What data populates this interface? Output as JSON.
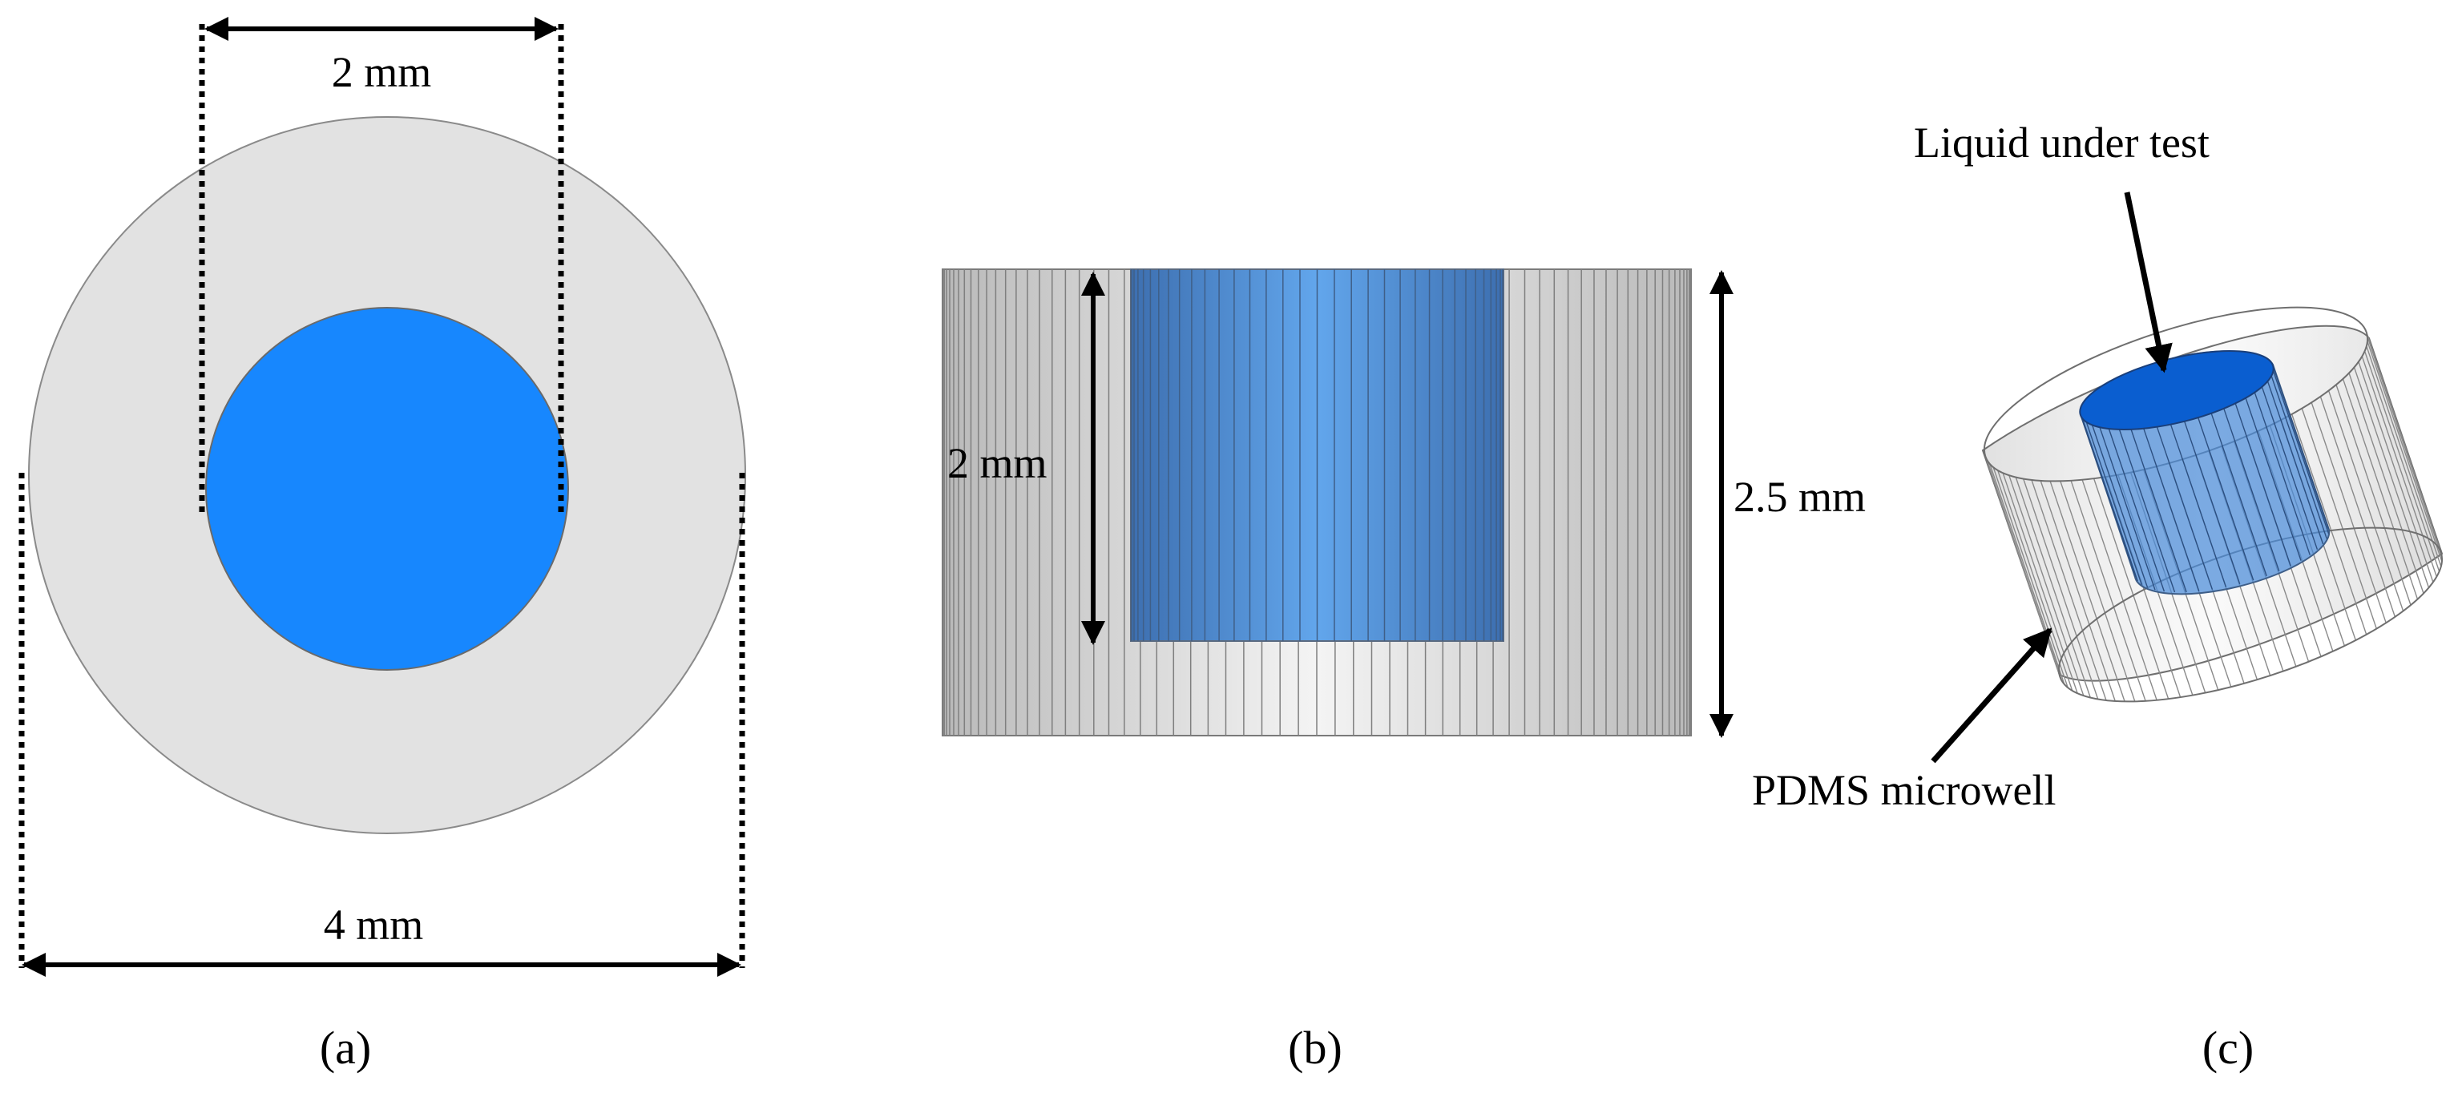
{
  "colors": {
    "pdms_fill": "#e2e2e2",
    "liquid_fill": "#1787fe",
    "liquid_top": "#0a5ed0",
    "outline": "#8a8a8a",
    "arrow": "#000000"
  },
  "panel_a": {
    "inner_dim_label": "2 mm",
    "outer_dim_label": "4 mm",
    "caption": "(a)"
  },
  "panel_b": {
    "inner_height_label": "2 mm",
    "outer_height_label": "2.5 mm",
    "caption": "(b)"
  },
  "panel_c": {
    "liquid_label": "Liquid under test",
    "pdms_label": "PDMS microwell",
    "caption": "(c)"
  }
}
